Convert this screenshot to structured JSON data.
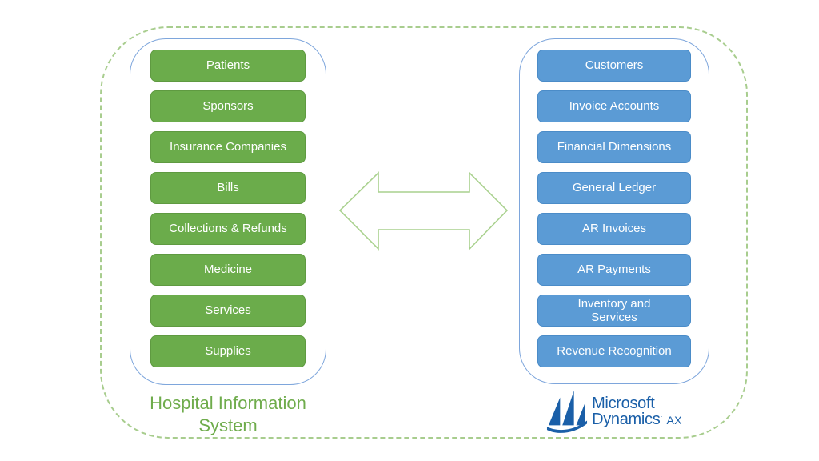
{
  "left_panel": {
    "title": "Hospital Information System",
    "items": [
      "Patients",
      "Sponsors",
      "Insurance Companies",
      "Bills",
      "Collections & Refunds",
      "Medicine",
      "Services",
      "Supplies"
    ]
  },
  "right_panel": {
    "items": [
      "Customers",
      "Invoice Accounts",
      "Financial Dimensions",
      "General Ledger",
      "AR Invoices",
      "AR Payments",
      "Inventory and Services",
      "Revenue Recognition"
    ],
    "brand": {
      "line1": "Microsoft",
      "line2": "Dynamics",
      "mark": "·",
      "suffix": "AX"
    }
  },
  "arrow": {
    "type": "double-headed"
  },
  "colors": {
    "his_green": "#6bac4b",
    "ax_blue": "#5b9bd5",
    "outline_green": "#a9d18e",
    "panel_border": "#7ea6dc",
    "caption_green": "#6fac4c",
    "brand_blue": "#1a5fa8",
    "box_text": "#ffffff"
  }
}
